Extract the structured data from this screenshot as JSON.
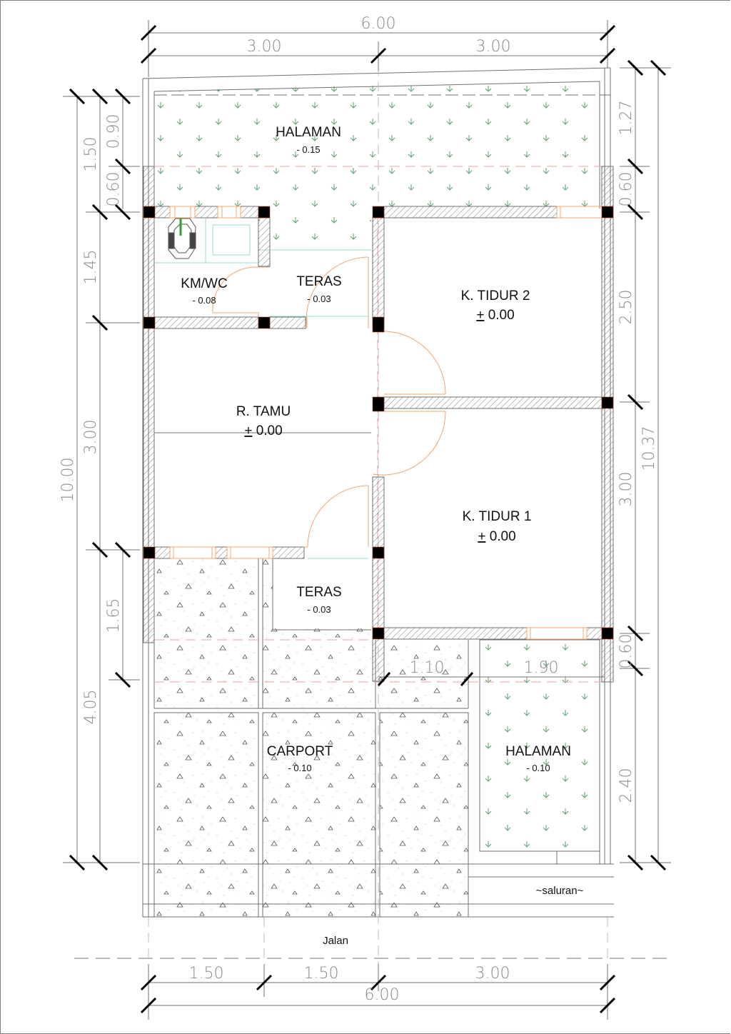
{
  "drawing": {
    "type": "floor-plan",
    "colors": {
      "wall_outline": "#6f6f6f",
      "column": "#000000",
      "door_window": "#f4a46a",
      "grass_symbol": "#5aa070",
      "dimension": "#8a8a8a",
      "fixture_line": "#9ad8d0",
      "axis_line": "#e8a0a0"
    }
  },
  "dimensions": {
    "top_total": "6.00",
    "top_left": "3.00",
    "top_right": "3.00",
    "bottom_total": "6.00",
    "bottom_1": "1.50",
    "bottom_2": "1.50",
    "bottom_3": "3.00",
    "left_outer_total": "10.00",
    "left_a": "1.50",
    "left_b": "0.90",
    "left_c": "0.60",
    "left_d": "1.45",
    "left_e": "3.00",
    "left_f": "1.65",
    "left_g": "4.05",
    "right_total": "10.37",
    "right_a": "1.27",
    "right_b": "0.60",
    "right_c": "2.50",
    "right_d": "3.00",
    "right_e": "0.60",
    "right_f": "2.40",
    "inner_1": "1.10",
    "inner_2": "1.90"
  },
  "rooms": {
    "halaman_front": {
      "name": "HALAMAN",
      "level": "- 0.15"
    },
    "kmwc": {
      "name": "KM/WC",
      "level": "- 0.08"
    },
    "teras_top": {
      "name": "TERAS",
      "level": "- 0.03"
    },
    "tidur2": {
      "name": "K. TIDUR 2",
      "level_sign": "+",
      "level": " 0.00"
    },
    "tamu": {
      "name": "R. TAMU",
      "level_sign": "+",
      "level": " 0.00"
    },
    "tidur1": {
      "name": "K. TIDUR 1",
      "level_sign": "+",
      "level": " 0.00"
    },
    "teras_bottom": {
      "name": "TERAS",
      "level": "- 0.03"
    },
    "carport": {
      "name": "CARPORT",
      "level": "- 0.10"
    },
    "halaman_side": {
      "name": "HALAMAN",
      "level": "- 0.10"
    }
  },
  "labels": {
    "saluran": "~saluran~",
    "jalan": "Jalan"
  }
}
